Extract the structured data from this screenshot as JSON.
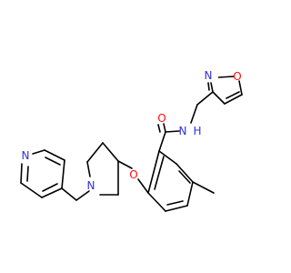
{
  "colors": {
    "background": "#ffffff",
    "bond": "#000000",
    "carbon": "#000000",
    "nitrogen": "#3030e0",
    "oxygen": "#ff0d0d"
  },
  "atoms": {
    "isoxazole_N": "N",
    "isoxazole_O": "O",
    "amide_O": "O",
    "amide_N": "N",
    "amide_H": "H",
    "ether_O": "O",
    "piperidine_N": "N",
    "pyridine_N": "N"
  }
}
